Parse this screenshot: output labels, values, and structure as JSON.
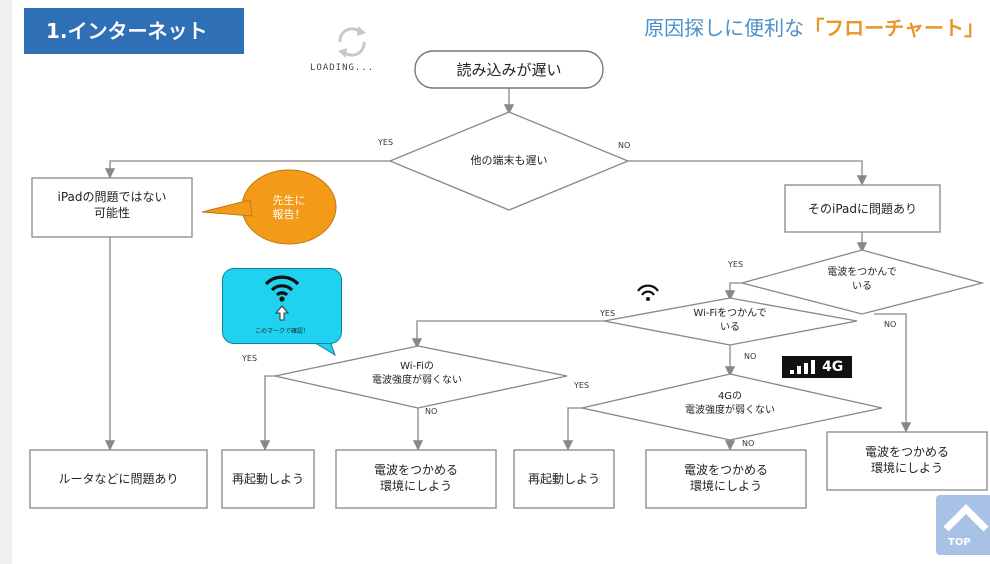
{
  "header": {
    "section_tag": "1.インターネット",
    "headline_prefix": "原因探しに便利な",
    "headline_emphasis": "「フローチャート」"
  },
  "loading_text": "LOADING...",
  "colors": {
    "tag_bg": "#2f6fb6",
    "headline": "#4a90c9",
    "emphasis": "#e8952a",
    "bubble_orange": "#f39a18",
    "bubble_cyan": "#1fd3f0"
  },
  "flow": {
    "start": "読み込みが遅い",
    "d_other": "他の端末も遅い",
    "yes_1": "YES",
    "no_1": "NO",
    "left_box": "iPadの問題ではない\n可能性",
    "right_box": "そのiPadに問題あり",
    "d_signal": "電波をつかんで\nいる",
    "yes_signal": "YES",
    "no_signal": "NO",
    "d_wifi": "Wi-Fiをつかんで\nいる",
    "yes_wifi": "YES",
    "no_wifi": "NO",
    "d_wifi_strength": "Wi-Fiの\n電波強度が弱くない",
    "yes_wifi_strength": "YES",
    "no_wifi_strength": "NO",
    "d_4g_strength": "4Gの\n電波強度が弱くない",
    "yes_4g_strength": "YES",
    "no_4g_strength": "NO",
    "end_router": "ルータなどに問題あり",
    "end_restart_1": "再起動しよう",
    "end_env_1": "電波をつかめる\n環境にしよう",
    "end_restart_2": "再起動しよう",
    "end_env_2": "電波をつかめる\n環境にしよう",
    "end_env_3": "電波をつかめる\n環境にしよう"
  },
  "bubbles": {
    "orange_text": "先生に\n報告！",
    "wifi_note": "このマークで確認！"
  },
  "badge_4g": "4G",
  "top_button": "TOP"
}
